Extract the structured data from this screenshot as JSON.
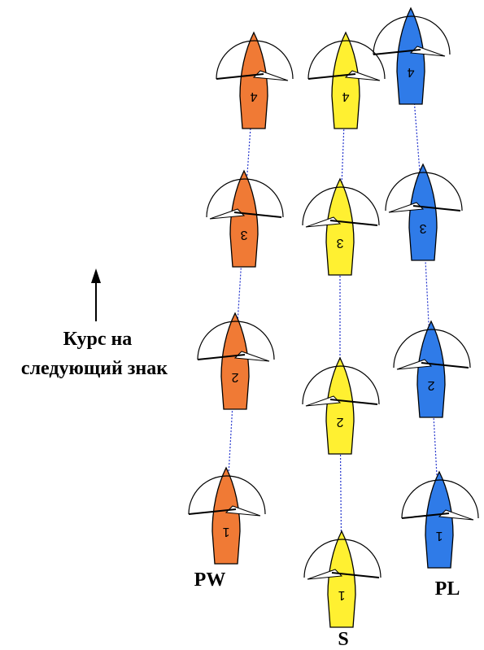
{
  "caption": {
    "line1": "Курс на",
    "line2": "следующий знак"
  },
  "fleets": [
    {
      "name": "PW",
      "color": "#F07A35",
      "boats": [
        {
          "number": "1",
          "sail": "right"
        },
        {
          "number": "2",
          "sail": "right"
        },
        {
          "number": "3",
          "sail": "left"
        },
        {
          "number": "4",
          "sail": "right"
        }
      ]
    },
    {
      "name": "S",
      "color": "#FFF031",
      "boats": [
        {
          "number": "1",
          "sail": "left"
        },
        {
          "number": "2",
          "sail": "left"
        },
        {
          "number": "3",
          "sail": "left"
        },
        {
          "number": "4",
          "sail": "right"
        }
      ]
    },
    {
      "name": "PL",
      "color": "#2F7BE8",
      "boats": [
        {
          "number": "1",
          "sail": "right"
        },
        {
          "number": "2",
          "sail": "left"
        },
        {
          "number": "3",
          "sail": "left"
        },
        {
          "number": "4",
          "sail": "right"
        }
      ]
    }
  ],
  "colors": {
    "track": "#2233CC",
    "outline": "#000000"
  }
}
